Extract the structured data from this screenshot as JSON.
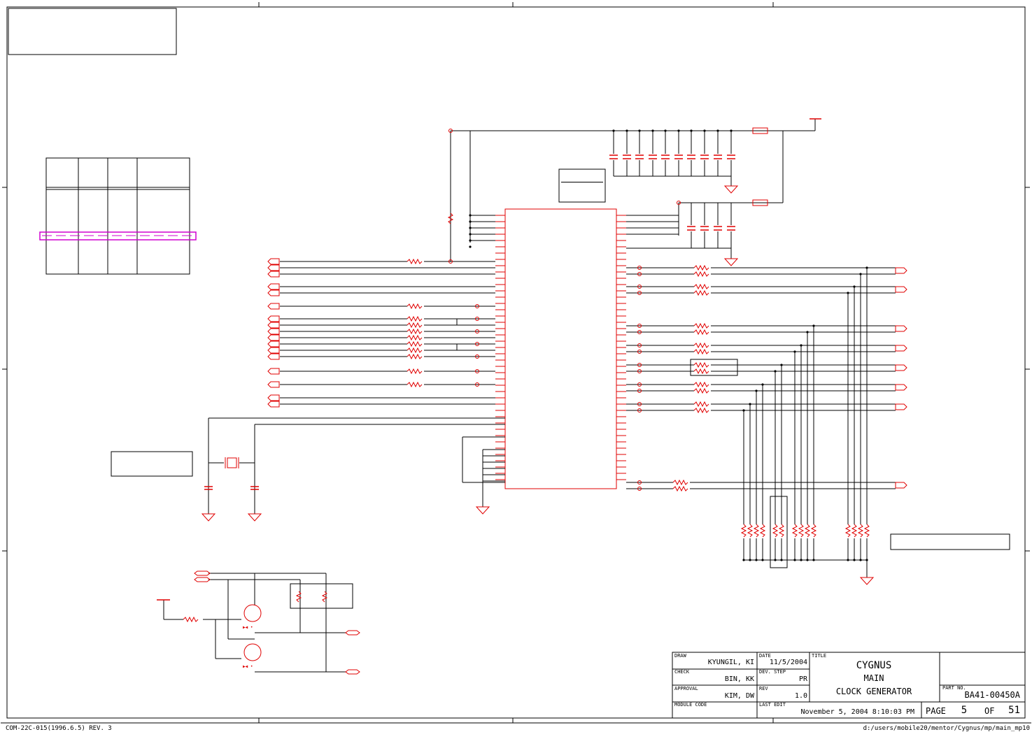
{
  "footer": {
    "left": "COM-22C-015(1996.6.5) REV. 3",
    "right": "d:/users/mobile20/mentor/Cygnus/mp/main_mp10"
  },
  "title_block": {
    "draw_label": "DRAW",
    "draw_value": "KYUNGIL, KI",
    "date_label": "DATE",
    "date_value": "11/5/2004",
    "check_label": "CHECK",
    "check_value": "BIN, KK",
    "dev_step_label": "DEV. STEP",
    "dev_step_value": "PR",
    "approval_label": "APPROVAL",
    "approval_value": "KIM, DW",
    "rev_label": "REV",
    "rev_value": "1.0",
    "module_code_label": "MODULE CODE",
    "last_edit_label": "LAST EDIT",
    "last_edit_value": "November 5, 2004  8:10:03 PM",
    "title_label": "TITLE",
    "title_line1": "CYGNUS",
    "title_line2": "MAIN",
    "title_line3": "CLOCK GENERATOR",
    "part_no_label": "PART NO.",
    "part_no_value": "BA41-00450A",
    "page_label": "PAGE",
    "page_value": "5",
    "of_label": "OF",
    "of_value": "51"
  },
  "colors": {
    "wire": "#000000",
    "component": "#e00000",
    "highlight": "#d000d0"
  }
}
